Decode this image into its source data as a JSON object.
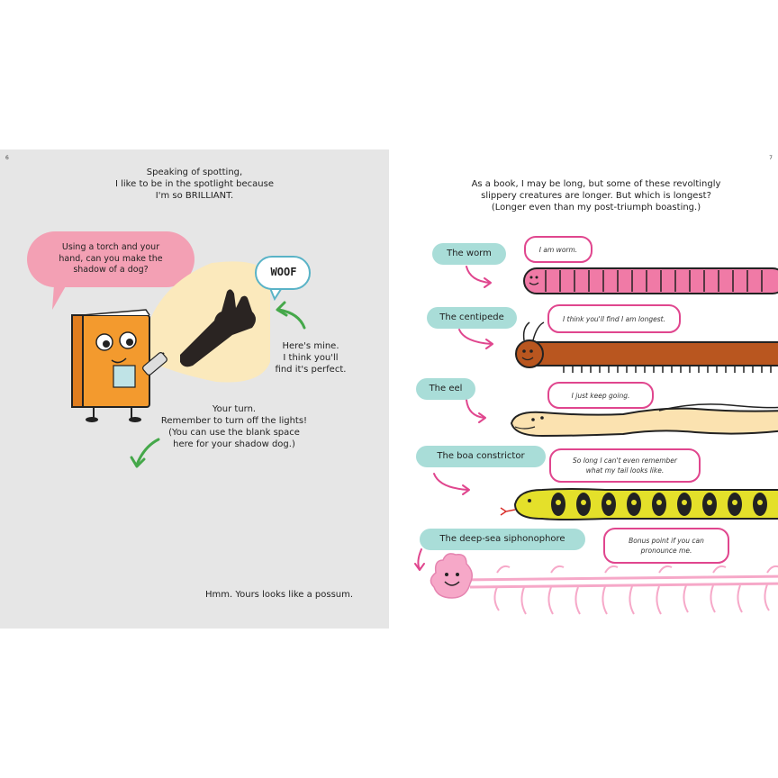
{
  "left_page": {
    "page_number": "6",
    "intro": [
      "Speaking of spotting,",
      "I like to be in the spotlight because",
      "I'm so BRILLIANT."
    ],
    "pink_bubble": [
      "Using a torch and your",
      "hand, can you make the",
      "shadow of a dog?"
    ],
    "woof": "WOOF",
    "heres_mine": [
      "Here's mine.",
      "I think you'll",
      "find it's perfect."
    ],
    "your_turn": [
      "Your turn.",
      "Remember to turn off the lights!",
      "(You can use the blank space",
      "here for your shadow dog.)"
    ],
    "possum": "Hmm. Yours looks like a possum."
  },
  "right_page": {
    "page_number": "7",
    "intro": [
      "As a book, I may be long, but some of these revoltingly",
      "slippery creatures are longer. But which is longest?",
      "(Longer even than my post-triumph boasting.)"
    ],
    "creatures": [
      {
        "label": "The worm",
        "speech": [
          "I am worm."
        ]
      },
      {
        "label": "The centipede",
        "speech": [
          "I think you'll find I am longest."
        ]
      },
      {
        "label": "The eel",
        "speech": [
          "I just keep going."
        ]
      },
      {
        "label": "The boa constrictor",
        "speech": [
          "So long I can't even remember",
          "what my tail looks like."
        ]
      },
      {
        "label": "The deep-sea siphonophore",
        "speech": [
          "Bonus point if you can",
          "pronounce me."
        ]
      }
    ]
  },
  "colors": {
    "left_page_bg": "#e6e6e6",
    "pink_bubble": "#f3a0b4",
    "label_teal": "#a9ddd8",
    "speech_border": "#e0468e",
    "arrow_green": "#45a84a",
    "worm_pink": "#f07aa6",
    "centipede_brown": "#b9561f",
    "eel_cream": "#fbe2b0",
    "boa_yellow": "#e4e02a",
    "siphonophore_pink": "#f6a8c8"
  }
}
